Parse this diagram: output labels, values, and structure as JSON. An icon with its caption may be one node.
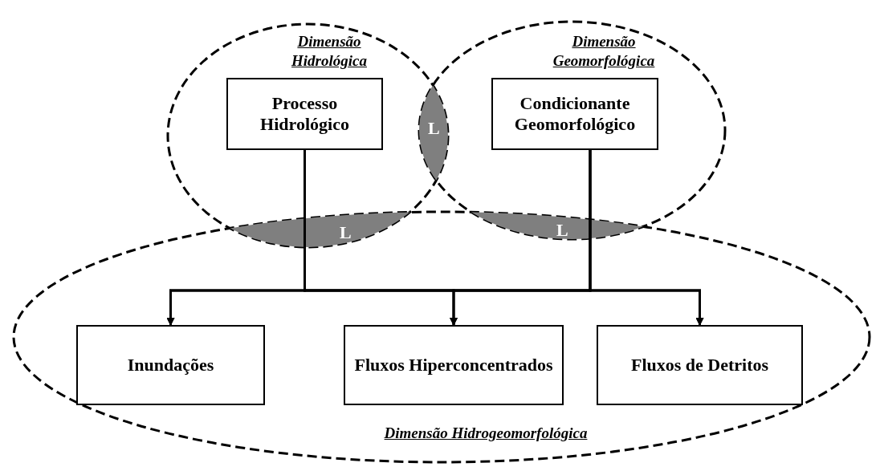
{
  "diagram": {
    "nodes": [
      {
        "text": [
          "Dimensão Hidrológica"
        ]
      },
      {
        "text": [
          "Processo Hidrológico"
        ],
        "in": 0
      },
      {
        "text": [
          "Dimensão Geomorfológica"
        ]
      },
      {
        "text": [
          "Condicionante Geomorfológico"
        ],
        "in": 2
      },
      {
        "text": [
          "Dimensão Hidrogeomorfológica"
        ]
      },
      {
        "text": [
          "Inundações"
        ],
        "in": 4
      },
      {
        "text": [
          "Fluxos Hiperconcentrados"
        ],
        "in": 4
      },
      {
        "text": [
          "Fluxos de Detritos"
        ],
        "in": 4
      },
      {
        "text": [
          "L"
        ]
      },
      {
        "text": [
          "L"
        ]
      },
      {
        "text": [
          "L"
        ]
      }
    ],
    "edges": [
      {
        "from": 1,
        "to": 5,
        "arrow": "to"
      },
      {
        "from": 1,
        "to": 6,
        "arrow": "to"
      },
      {
        "from": 1,
        "to": 7,
        "arrow": "to"
      },
      {
        "from": 3,
        "to": 5,
        "arrow": "to"
      },
      {
        "from": 3,
        "to": 6,
        "arrow": "to"
      },
      {
        "from": 3,
        "to": 7,
        "arrow": "to"
      }
    ]
  }
}
